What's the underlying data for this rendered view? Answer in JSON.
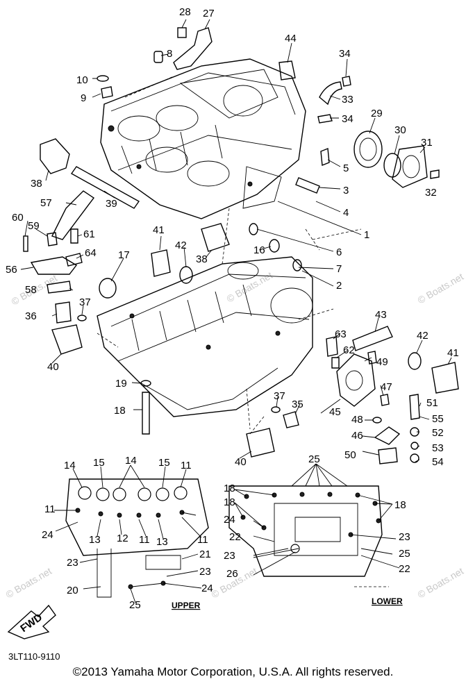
{
  "diagram": {
    "part_labels": [
      "28",
      "27",
      "8",
      "44",
      "34",
      "33",
      "34",
      "29",
      "30",
      "31",
      "10",
      "9",
      "38",
      "39",
      "5",
      "3",
      "4",
      "32",
      "1",
      "57",
      "60",
      "59",
      "61",
      "56",
      "64",
      "41",
      "42",
      "38",
      "16",
      "6",
      "7",
      "2",
      "17",
      "58",
      "36",
      "37",
      "43",
      "42",
      "41",
      "63",
      "49",
      "62",
      "40",
      "47",
      "19",
      "18",
      "37",
      "35",
      "45",
      "51",
      "55",
      "48",
      "52",
      "46",
      "53",
      "50",
      "54",
      "40",
      "14",
      "15",
      "14",
      "15",
      "11",
      "11",
      "24",
      "13",
      "12",
      "11",
      "13",
      "11",
      "23",
      "21",
      "20",
      "23",
      "24",
      "25",
      "25",
      "18",
      "18",
      "18",
      "24",
      "22",
      "23",
      "23",
      "25",
      "26",
      "22"
    ],
    "section_upper": "UPPER",
    "section_lower": "LOWER",
    "front_arrow": "FWD",
    "figure_code": "3LT110-9110",
    "watermark": "© Boats.net",
    "copyright": "©2013 Yamaha Motor Corporation, U.S.A. All rights reserved."
  }
}
